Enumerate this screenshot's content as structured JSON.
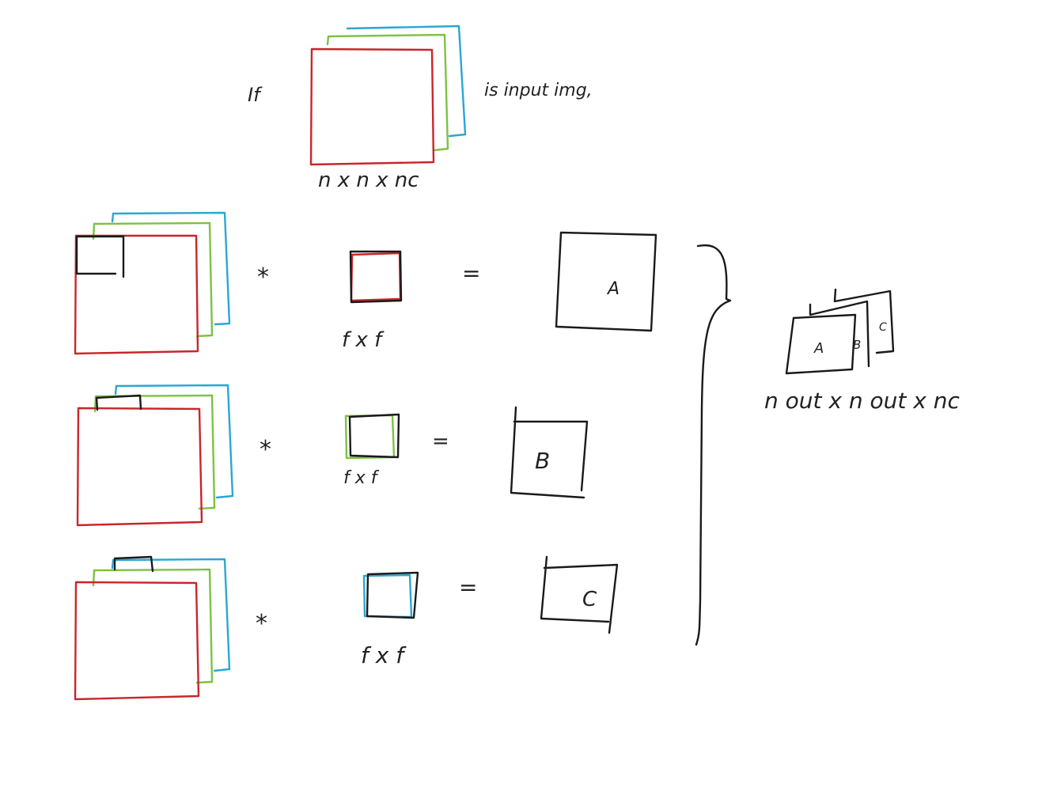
{
  "colors": {
    "ink": "#1a1a1a",
    "red": "#c8262b",
    "green": "#7cc242",
    "blue": "#2aa6d4"
  },
  "top": {
    "if_label": "If",
    "caption": "is input img,",
    "dims_label": "n x n x nc"
  },
  "rows": [
    {
      "operator": "*",
      "filter_label": "f x f",
      "equals": "=",
      "result_label": "A",
      "filter_channel": "red"
    },
    {
      "operator": "*",
      "filter_label": "f x f",
      "equals": "=",
      "result_label": "B",
      "filter_channel": "green"
    },
    {
      "operator": "*",
      "filter_label": "f x f",
      "equals": "=",
      "result_label": "C",
      "filter_channel": "blue"
    }
  ],
  "output": {
    "layers": [
      "A",
      "B",
      "C"
    ],
    "dims_label": "n out x n out x nc"
  }
}
